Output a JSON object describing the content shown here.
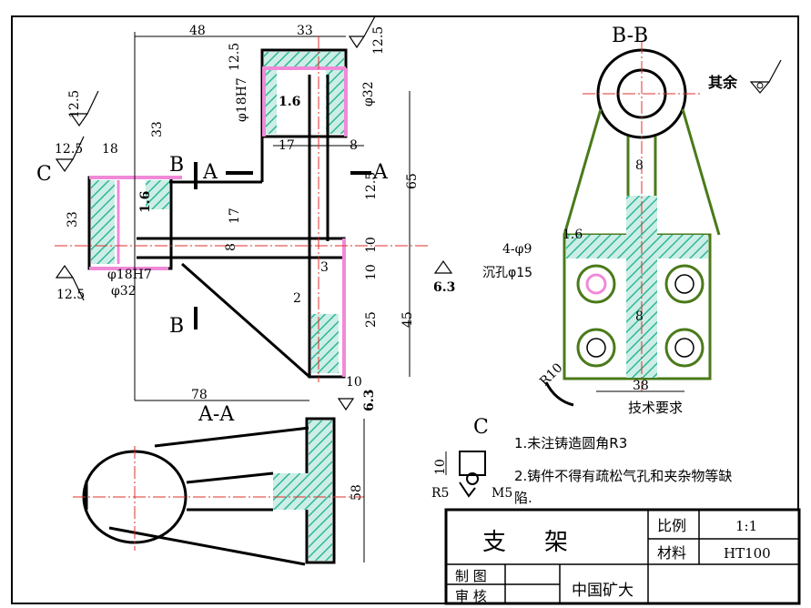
{
  "views": {
    "main": {
      "dimensions": {
        "d48": "48",
        "d33_top": "33",
        "d12_5_a": "12.5",
        "d12_5_b": "12.5",
        "d12_5_c": "12.5",
        "d12_5_d": "12.5",
        "d12_5_e": "12.5",
        "d12_5_f": "12.5",
        "phi18h7_top": "φ18H7",
        "phi32_top": "φ32",
        "d1_6_a": "1.6",
        "d33_left": "33",
        "d17_top": "17",
        "d8_top": "8",
        "d65": "65",
        "d18": "18",
        "d33_flange": "33",
        "d1_6_b": "1.6",
        "d17_mid": "17",
        "d8_mid": "8",
        "d10_a": "10",
        "d3": "3",
        "d10_b": "10",
        "d6_3_a": "6.3",
        "phi18h7_left": "φ18H7",
        "phi32_left": "φ32",
        "d2": "2",
        "d25": "25",
        "d45": "45",
        "d10_c": "10",
        "d78": "78",
        "d6_3_b": "6.3"
      },
      "labels": {
        "C": "C",
        "B_top": "B",
        "A_left": "A",
        "A_right": "A",
        "B_bottom": "B"
      }
    },
    "section_aa": {
      "title": "A-A",
      "d58": "58"
    },
    "section_bb": {
      "title": "B-B",
      "rest_label": "其余",
      "holes": "4-φ9",
      "counterbore": "沉孔φ15",
      "d8_a": "8",
      "d8_b": "8",
      "d38": "38",
      "r10": "R10",
      "d1_6": "1.6"
    },
    "detail_c": {
      "title": "C",
      "d10": "10",
      "r5": "R5",
      "m5": "M5"
    }
  },
  "notes": {
    "heading": "技术要求",
    "note1": "1.未注铸造圆角R3",
    "note2a": "2.铸件不得有疏松气孔和夹杂物等缺",
    "note2b": "陷."
  },
  "title_block": {
    "part_name_1": "支",
    "part_name_2": "架",
    "scale_label": "比例",
    "scale_value": "1:1",
    "material_label": "材料",
    "material_value": "HT100",
    "drawn_label": "制 图",
    "checked_label": "审 核",
    "school": "中国矿大"
  },
  "colors": {
    "hatch": "#3cc7a8",
    "highlight": "#f08ad8",
    "outline": "#000000",
    "centerline": "#e0302a",
    "green": "#4a7a1a"
  }
}
